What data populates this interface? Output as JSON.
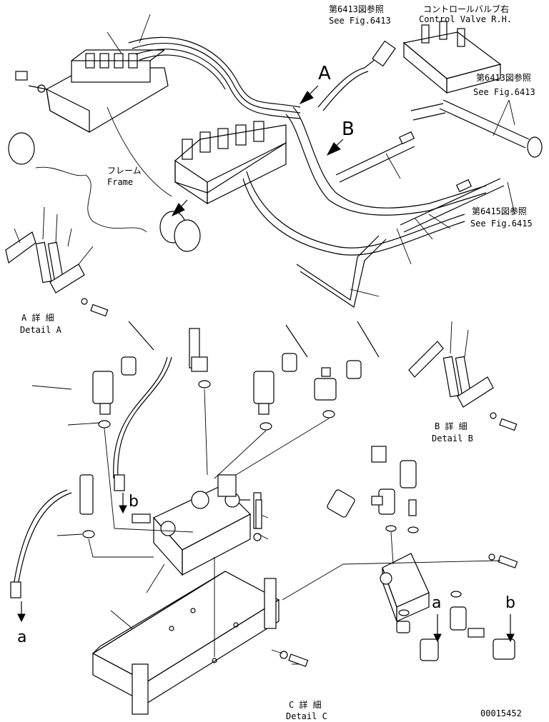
{
  "labels": {
    "fig6413_ref_jp": "第6413図参照",
    "fig6413_ref_en": "See Fig.6413",
    "control_valve_jp": "コントロールバルブ右",
    "control_valve_en": "Control Valve R.H.",
    "fig6413_ref2_jp": "第6413図参照",
    "fig6413_ref2_en": "See Fig.6413",
    "fig6415_ref_jp": "第6415図参照",
    "fig6415_ref_en": "See Fig.6415",
    "frame_jp": "フレーム",
    "frame_en": "Frame",
    "detail_a_jp": "A 詳 細",
    "detail_a_en": "Detail A",
    "detail_b_jp": "B 詳 細",
    "detail_b_en": "Detail B",
    "detail_c_jp": "C 詳 細",
    "detail_c_en": "Detail C",
    "arrow_a": "A",
    "arrow_b": "B",
    "callout_a_left": "a",
    "callout_b_left": "b",
    "callout_a_right": "a",
    "callout_b_right": "b",
    "drawing_number": "00015452"
  }
}
